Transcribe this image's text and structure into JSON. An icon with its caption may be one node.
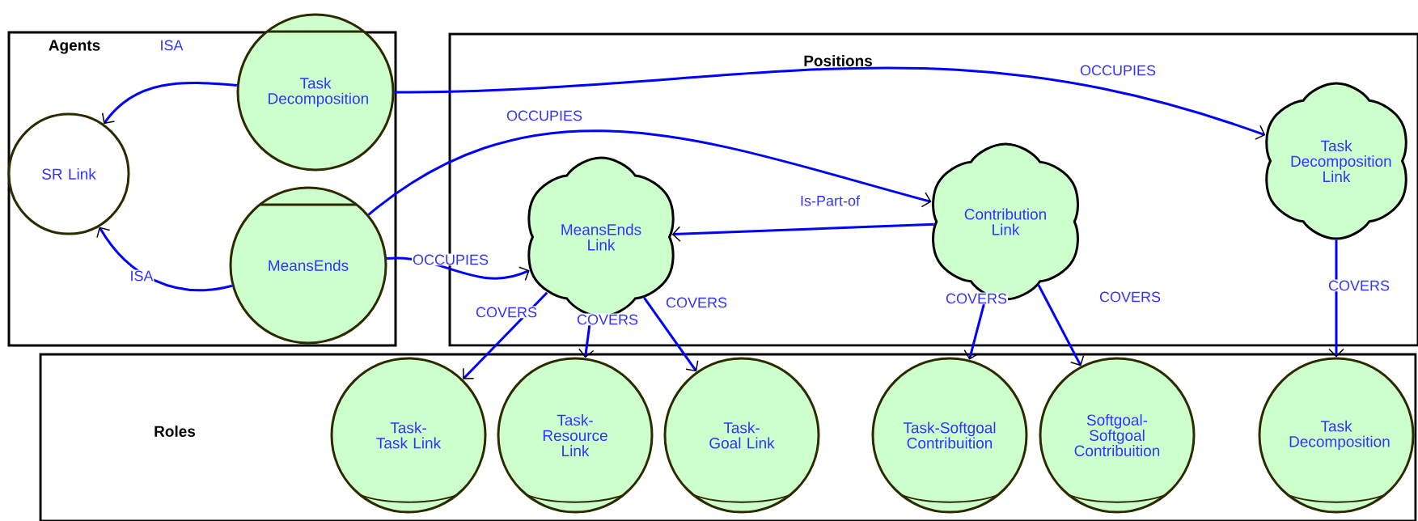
{
  "diagram": {
    "nodes": [
      {
        "text": [
          "Agents"
        ]
      },
      {
        "text": [
          "SR Link"
        ],
        "in": 0
      },
      {
        "text": [
          "Task Decomposition"
        ],
        "in": 0
      },
      {
        "text": [
          "MeansEnds"
        ],
        "in": 0
      },
      {
        "text": [
          "Positions"
        ]
      },
      {
        "text": [
          "MeansEnds Link"
        ],
        "in": 4
      },
      {
        "text": [
          "Contribution Link"
        ],
        "in": 4
      },
      {
        "text": [
          "Task Decomposition Link"
        ],
        "in": 4
      },
      {
        "text": [
          "Roles"
        ]
      },
      {
        "text": [
          "Task-Task Link"
        ],
        "in": 8
      },
      {
        "text": [
          "Task-Resource Link"
        ],
        "in": 8
      },
      {
        "text": [
          "Task-Goal Link"
        ],
        "in": 8
      },
      {
        "text": [
          "Task-Softgoal Contribuition"
        ],
        "in": 8
      },
      {
        "text": [
          "Softgoal-Softgoal Contribuition"
        ],
        "in": 8
      },
      {
        "text": [
          "Task Decomposition"
        ],
        "in": 8
      }
    ],
    "edges": [
      {
        "from": 2,
        "to": 1,
        "arrow": "to",
        "label": "ISA"
      },
      {
        "from": 3,
        "to": 1,
        "arrow": "to",
        "label": "ISA"
      },
      {
        "from": 2,
        "to": 7,
        "arrow": "to",
        "label": "OCCUPIES"
      },
      {
        "from": 3,
        "to": 6,
        "arrow": "to",
        "label": "OCCUPIES"
      },
      {
        "from": 3,
        "to": 5,
        "arrow": "to",
        "label": "OCCUPIES"
      },
      {
        "from": 6,
        "to": 5,
        "arrow": "to",
        "label": "Is-Part-of"
      },
      {
        "from": 5,
        "to": 9,
        "arrow": "to",
        "label": "COVERS"
      },
      {
        "from": 5,
        "to": 10,
        "arrow": "to",
        "label": "COVERS"
      },
      {
        "from": 5,
        "to": 11,
        "arrow": "to",
        "label": "COVERS"
      },
      {
        "from": 6,
        "to": 12,
        "arrow": "to",
        "label": "COVERS"
      },
      {
        "from": 6,
        "to": 13,
        "arrow": "to",
        "label": "COVERS"
      },
      {
        "from": 7,
        "to": 14,
        "arrow": "to",
        "label": "COVERS"
      }
    ]
  }
}
